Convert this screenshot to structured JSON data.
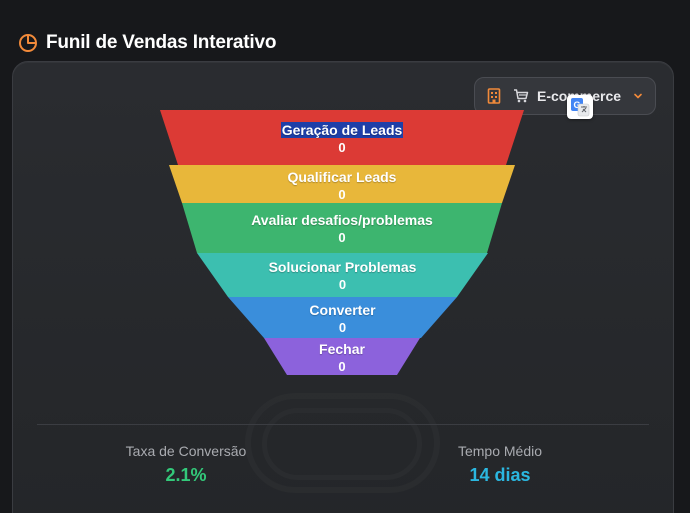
{
  "header": {
    "title": "Funil de Vendas Interativo",
    "icon": "pie-chart-icon",
    "icon_color": "#f28a3a"
  },
  "sector_select": {
    "label": "E-commerce",
    "icons": [
      "building-icon",
      "shopping-cart-icon",
      "chevron-down-icon"
    ],
    "accent": "#f28a3a"
  },
  "translate_badge": {
    "icon": "google-translate-icon"
  },
  "funnel": {
    "stages": [
      {
        "label": "Geração de Leads",
        "value": "0",
        "color": "#dc3a35",
        "selected": true
      },
      {
        "label": "Qualificar Leads",
        "value": "0",
        "color": "#e8b73a"
      },
      {
        "label": "Avaliar desafios/problemas",
        "value": "0",
        "color": "#3db56f"
      },
      {
        "label": "Solucionar Problemas",
        "value": "0",
        "color": "#3cbfb0"
      },
      {
        "label": "Converter",
        "value": "0",
        "color": "#3a8edb"
      },
      {
        "label": "Fechar",
        "value": "0",
        "color": "#8c62dc"
      }
    ]
  },
  "stats": {
    "conversion": {
      "label": "Taxa de Conversão",
      "value": "2.1%",
      "color": "#33c97a"
    },
    "avg_time": {
      "label": "Tempo Médio",
      "value": "14 dias",
      "color": "#2bb7e0"
    }
  }
}
